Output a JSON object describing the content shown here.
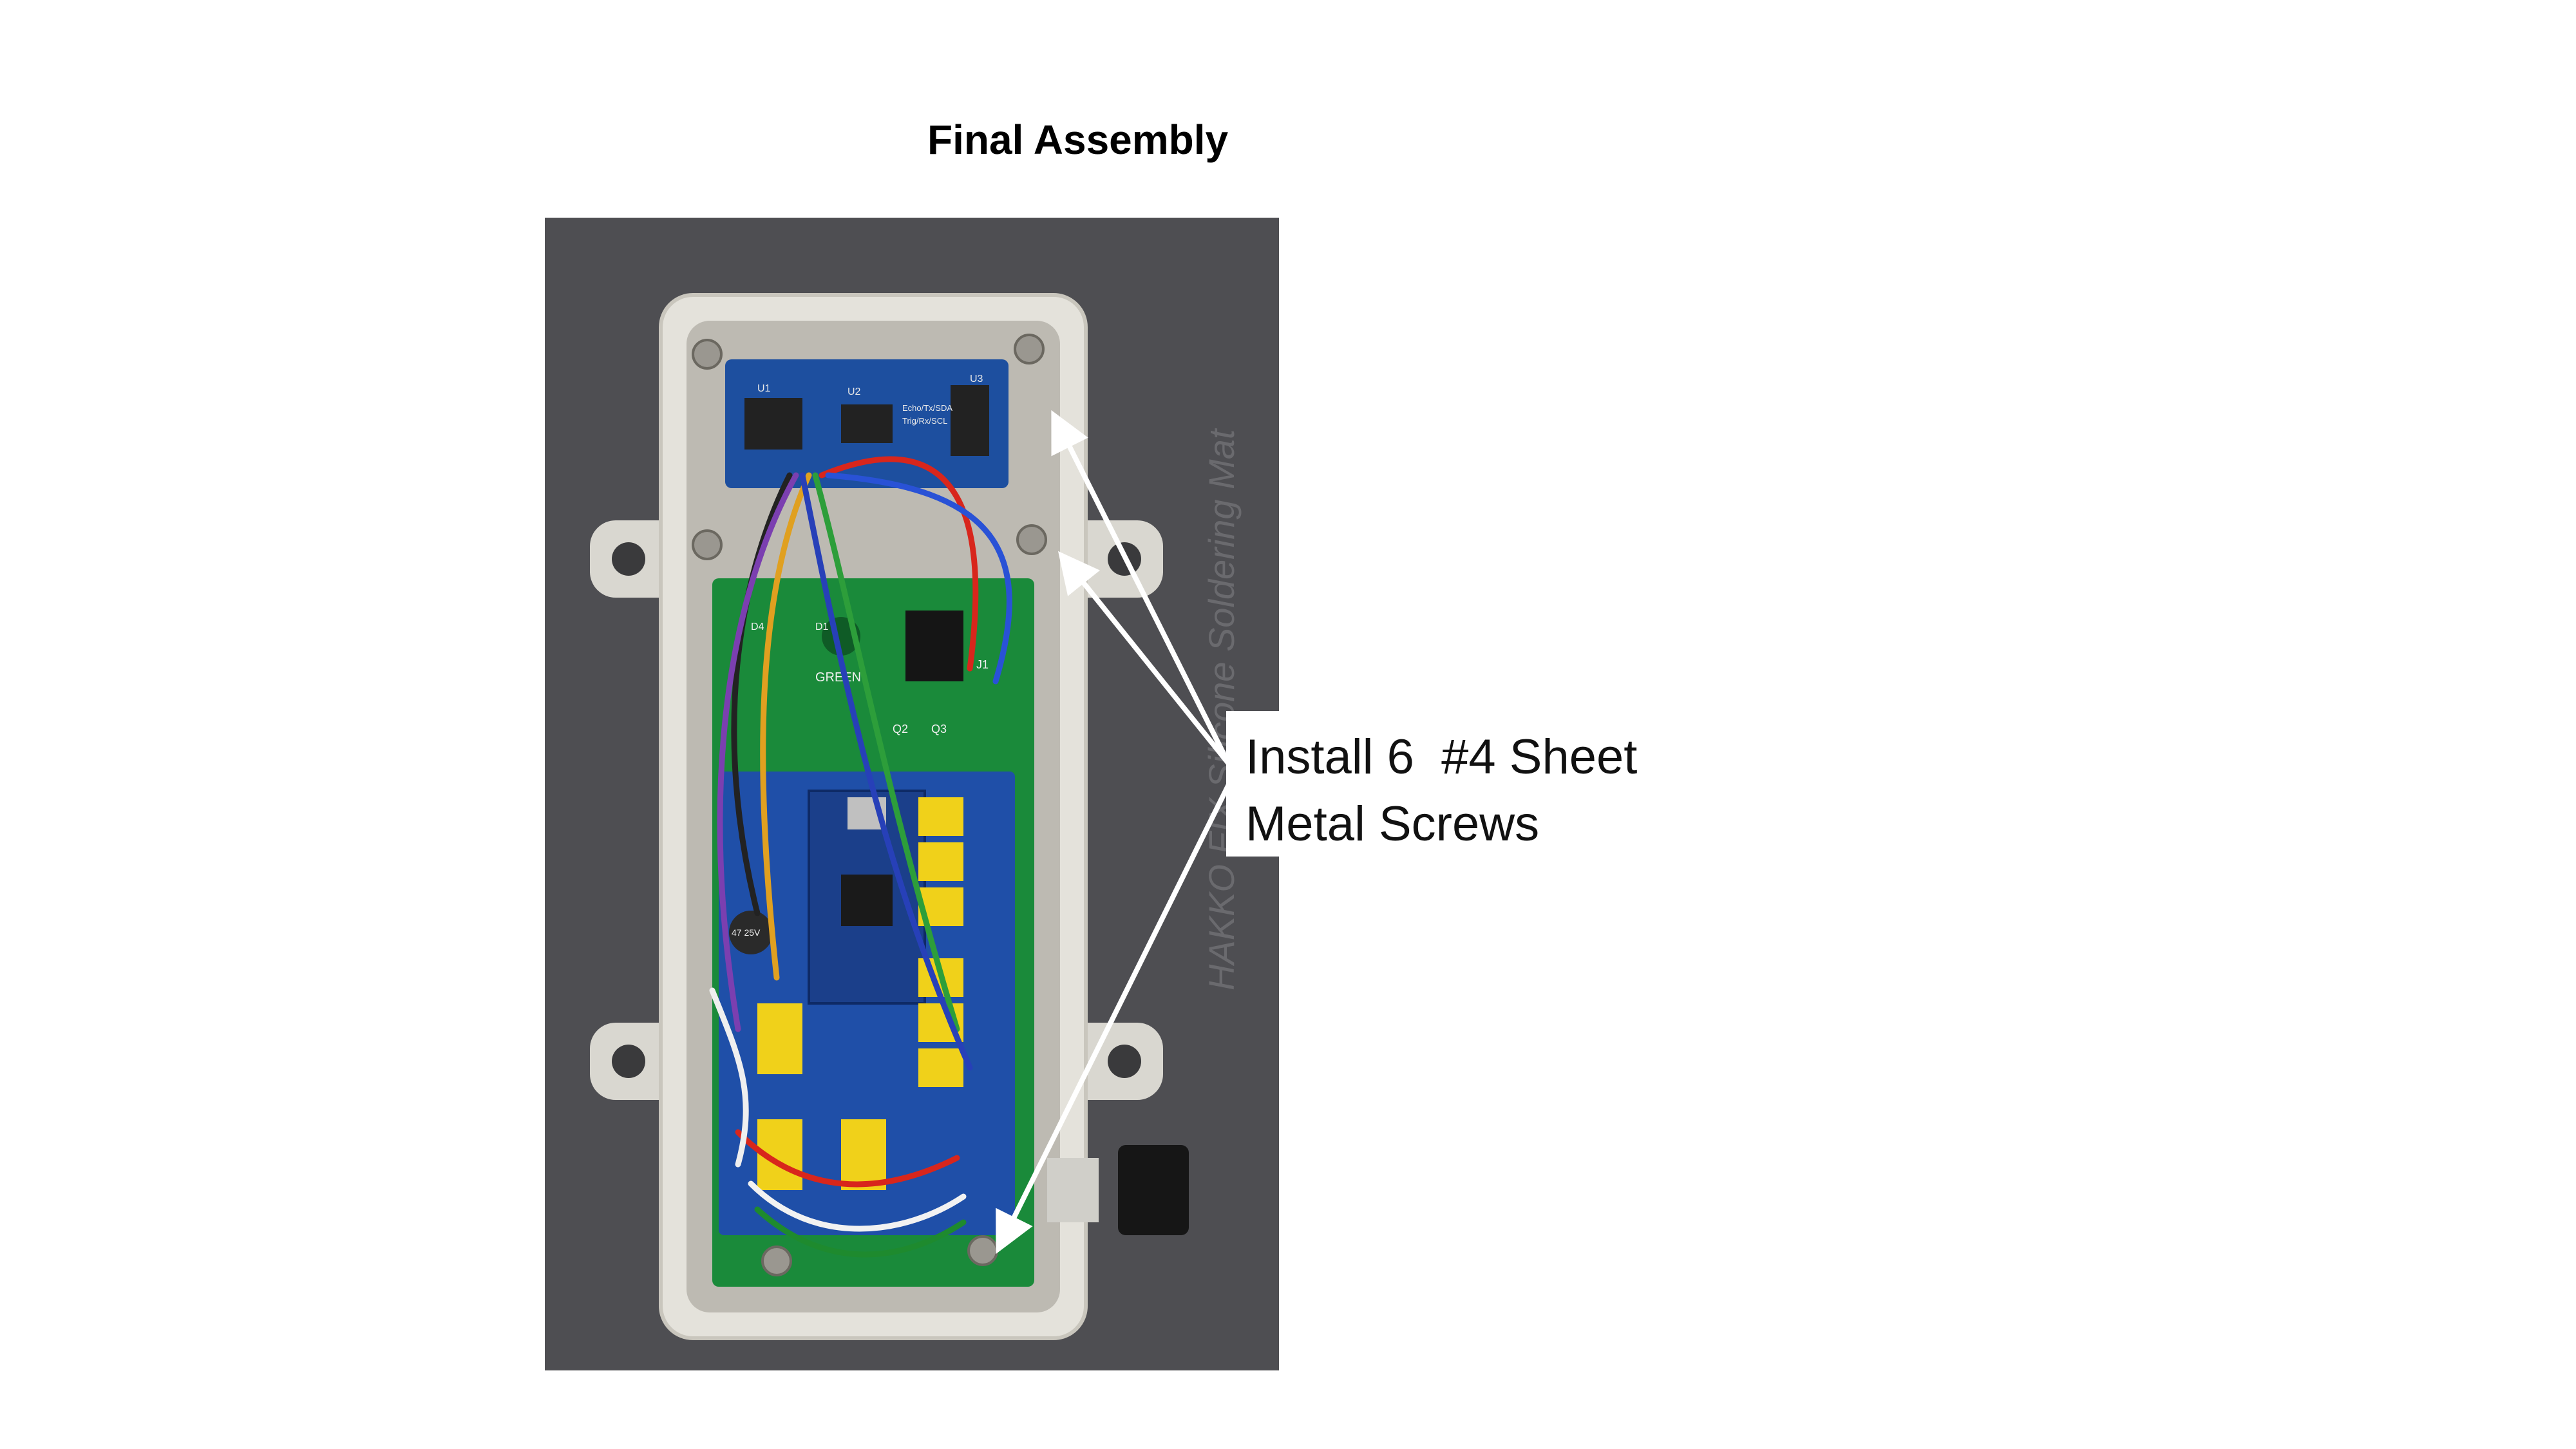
{
  "slide": {
    "title": "Final Assembly",
    "callout": "Install 6  #4 Sheet\nMetal Screws",
    "photo_watermark": "HAKKO FIX  Silicone Soldering Mat",
    "board_labels": {
      "u1": "U1",
      "u2": "U2",
      "u3": "U3",
      "echo": "Echo/Tx/SDA",
      "trig": "Trig/Rx/SCL",
      "green": "GREEN",
      "q2": "Q2",
      "q3": "Q3",
      "j1": "J1",
      "d1": "D1",
      "d4": "D4",
      "cap": "47 25V"
    }
  }
}
